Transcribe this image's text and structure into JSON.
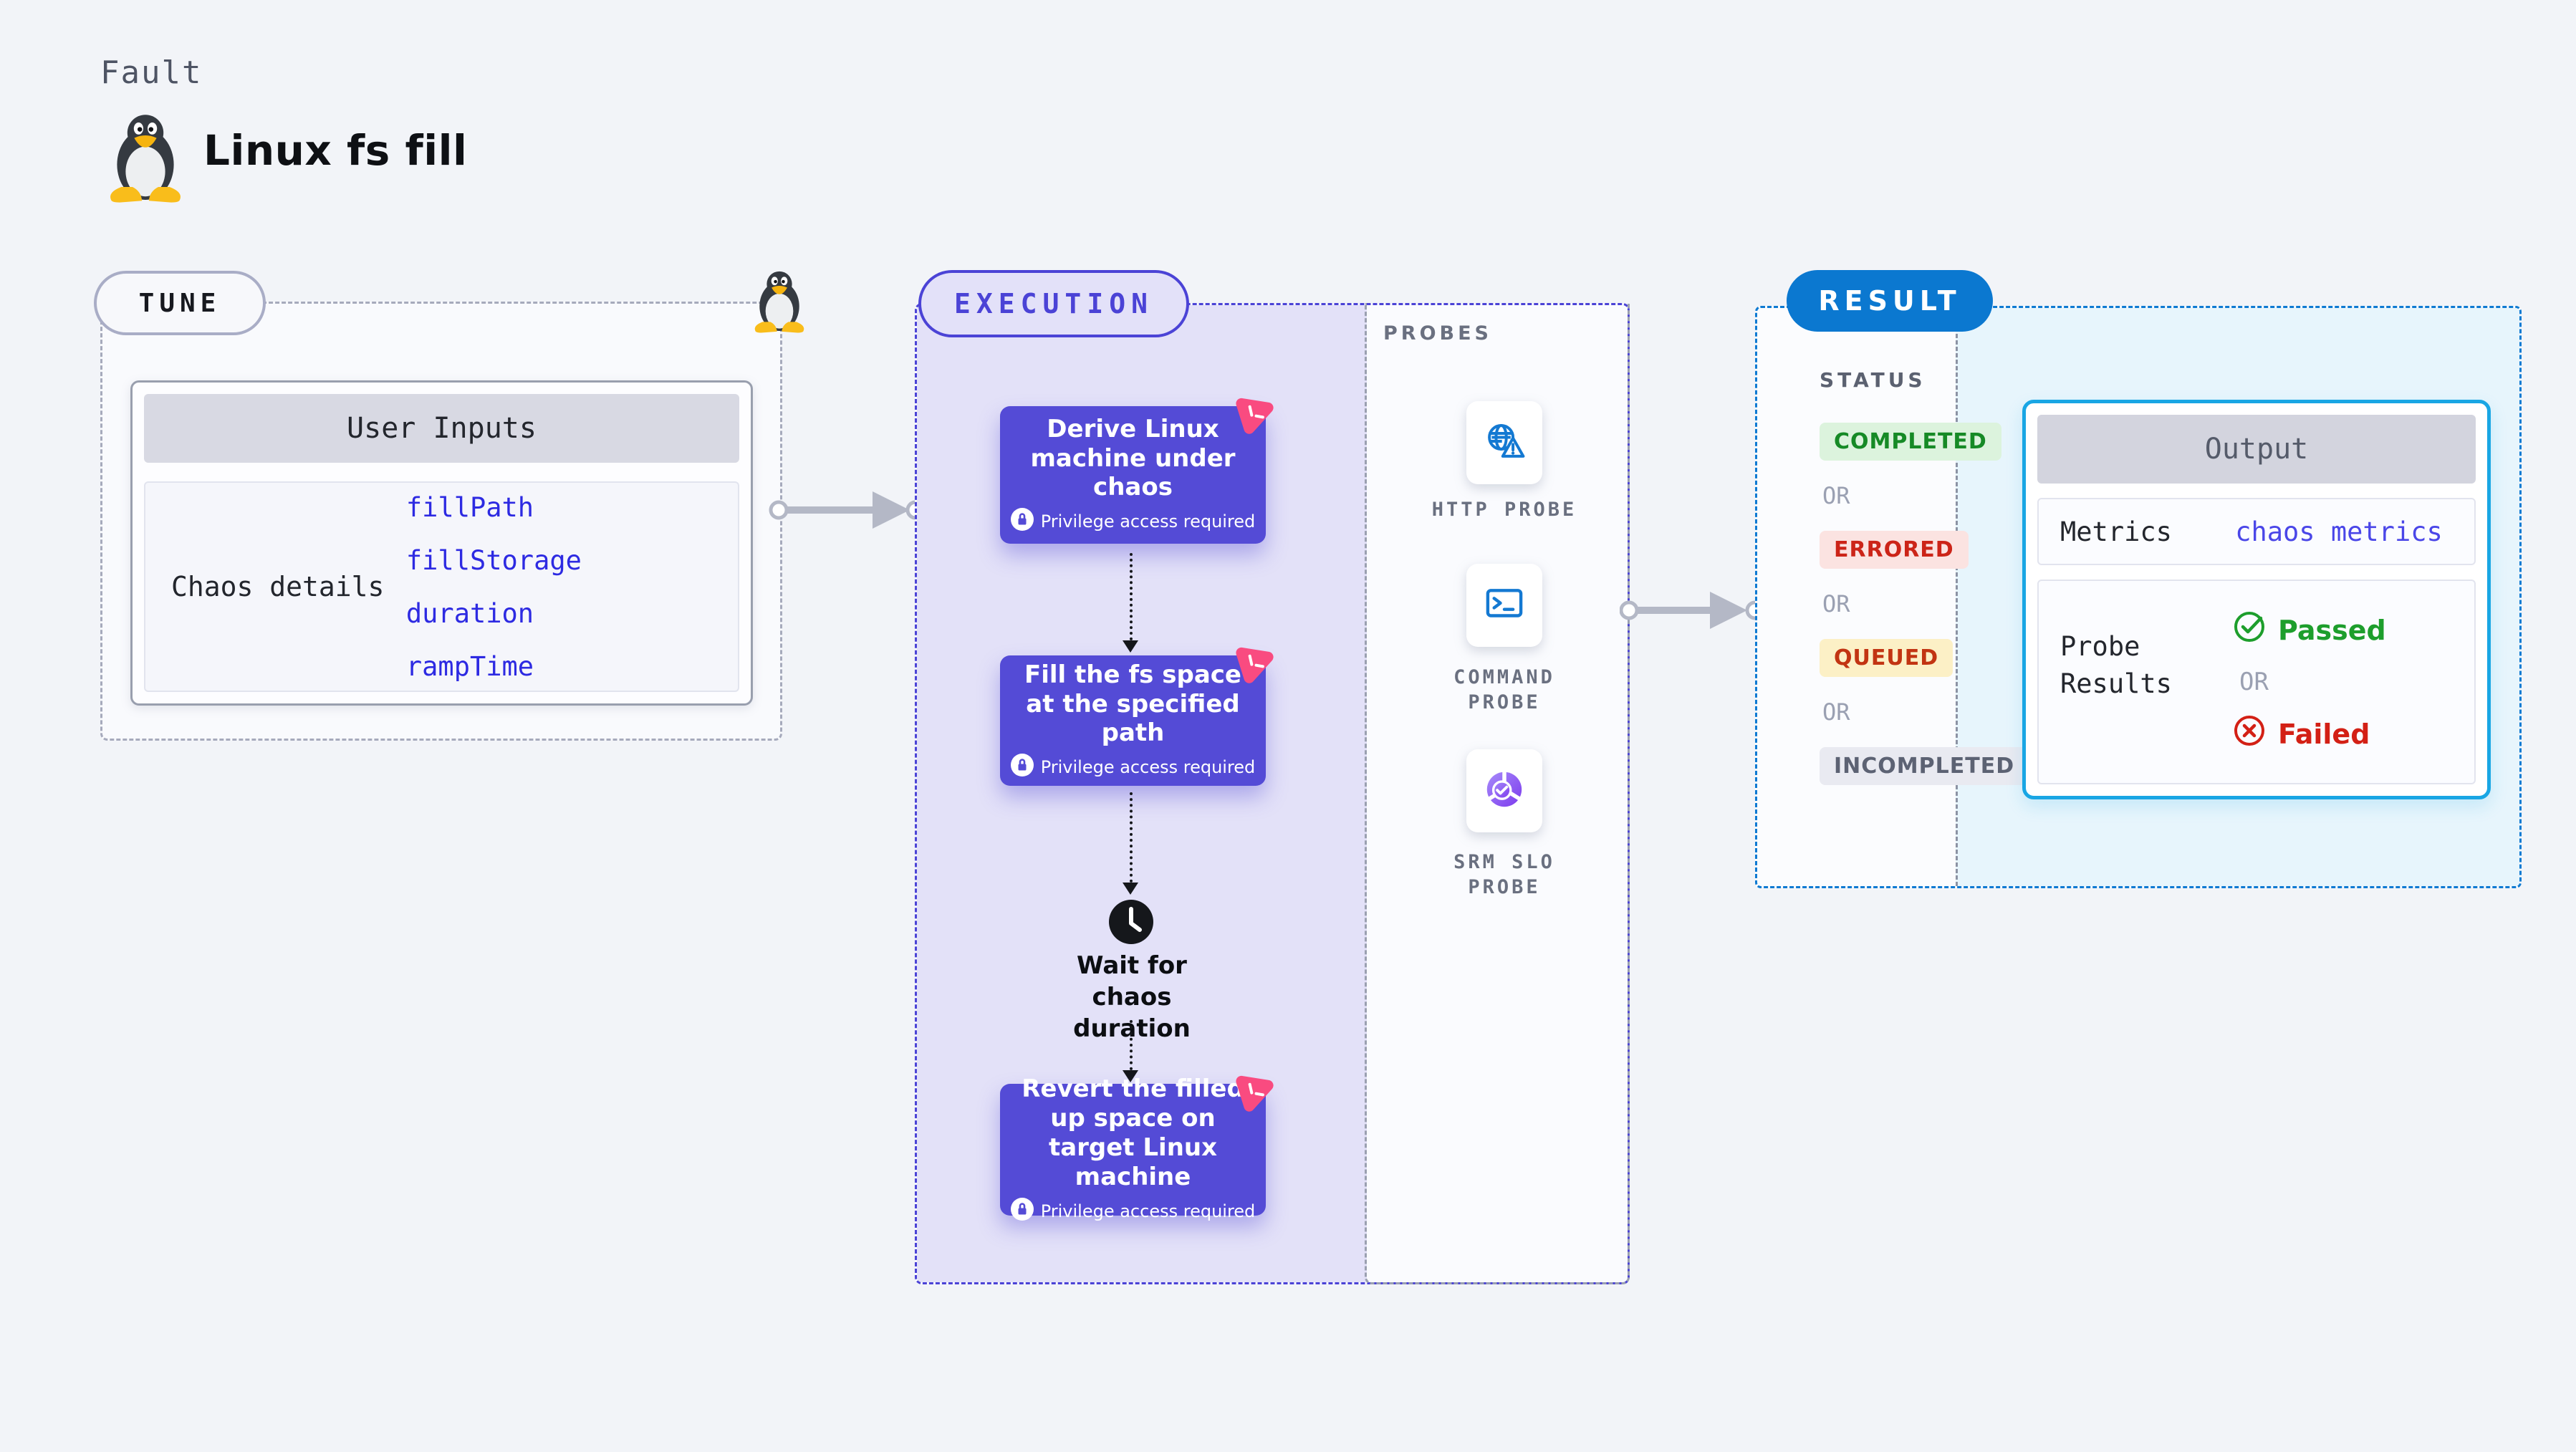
{
  "page": {
    "kicker": "Fault",
    "title": "Linux fs fill"
  },
  "tune": {
    "label": "TUNE",
    "card_title": "User Inputs",
    "row_label": "Chaos details",
    "values": [
      "fillPath",
      "fillStorage",
      "duration",
      "rampTime"
    ]
  },
  "execution": {
    "label": "EXECUTION",
    "nodes": [
      {
        "title": "Derive Linux machine under chaos",
        "badge": "Privilege access required"
      },
      {
        "title": "Fill the fs space at the specified path",
        "badge": "Privilege access required"
      },
      {
        "title": "Revert the filled up space on target Linux machine",
        "badge": "Privilege access required"
      }
    ],
    "wait_label": "Wait for chaos duration"
  },
  "probes": {
    "label": "PROBES",
    "items": [
      {
        "name": "HTTP PROBE",
        "icon": "globe-alert-icon"
      },
      {
        "name": "COMMAND PROBE",
        "icon": "terminal-icon"
      },
      {
        "name": "SRM SLO PROBE",
        "icon": "slo-gauge-icon"
      }
    ]
  },
  "result": {
    "label": "RESULT",
    "status_label": "STATUS",
    "or_label": "OR",
    "statuses": [
      "COMPLETED",
      "ERRORED",
      "QUEUED",
      "INCOMPLETED"
    ],
    "output": {
      "title": "Output",
      "metrics_label": "Metrics",
      "metrics_value": "chaos metrics",
      "probe_results_label": "Probe Results",
      "passed_label": "Passed",
      "or_label": "OR",
      "failed_label": "Failed"
    }
  },
  "colors": {
    "accent_indigo": "#4b43d6",
    "node_purple": "#544bd6",
    "chaos_pink": "#f94b80",
    "result_blue": "#0b78d0",
    "output_border": "#19a6e4",
    "probe_blue": "#1479d2",
    "passed_green": "#1d9e2c",
    "failed_red": "#d32015",
    "code_blue": "#2d2ae2",
    "metrics_link": "#4a46e8"
  }
}
